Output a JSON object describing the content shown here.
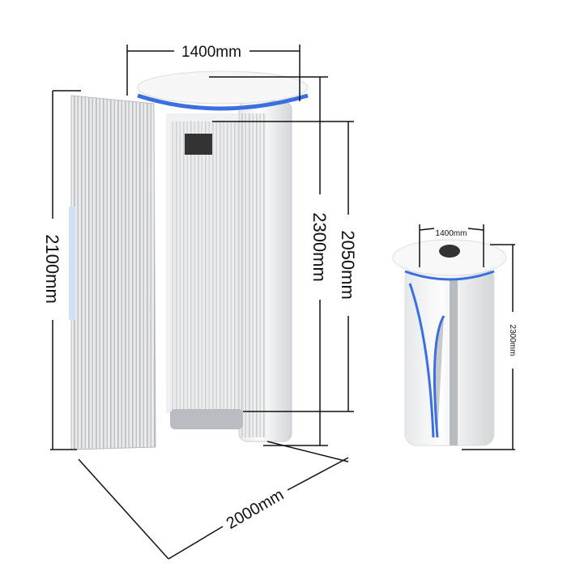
{
  "main_unit": {
    "width_label": "1400mm",
    "door_height_label": "2100mm",
    "total_height_label": "2300mm",
    "cabin_height_label": "2050mm",
    "depth_label": "2000mm"
  },
  "compact_unit": {
    "width_label": "1400mm",
    "height_label": "2300mm"
  },
  "colors": {
    "accent_blue": "#3a6fe0",
    "line": "#111111",
    "silver": "#c9ccd0"
  }
}
